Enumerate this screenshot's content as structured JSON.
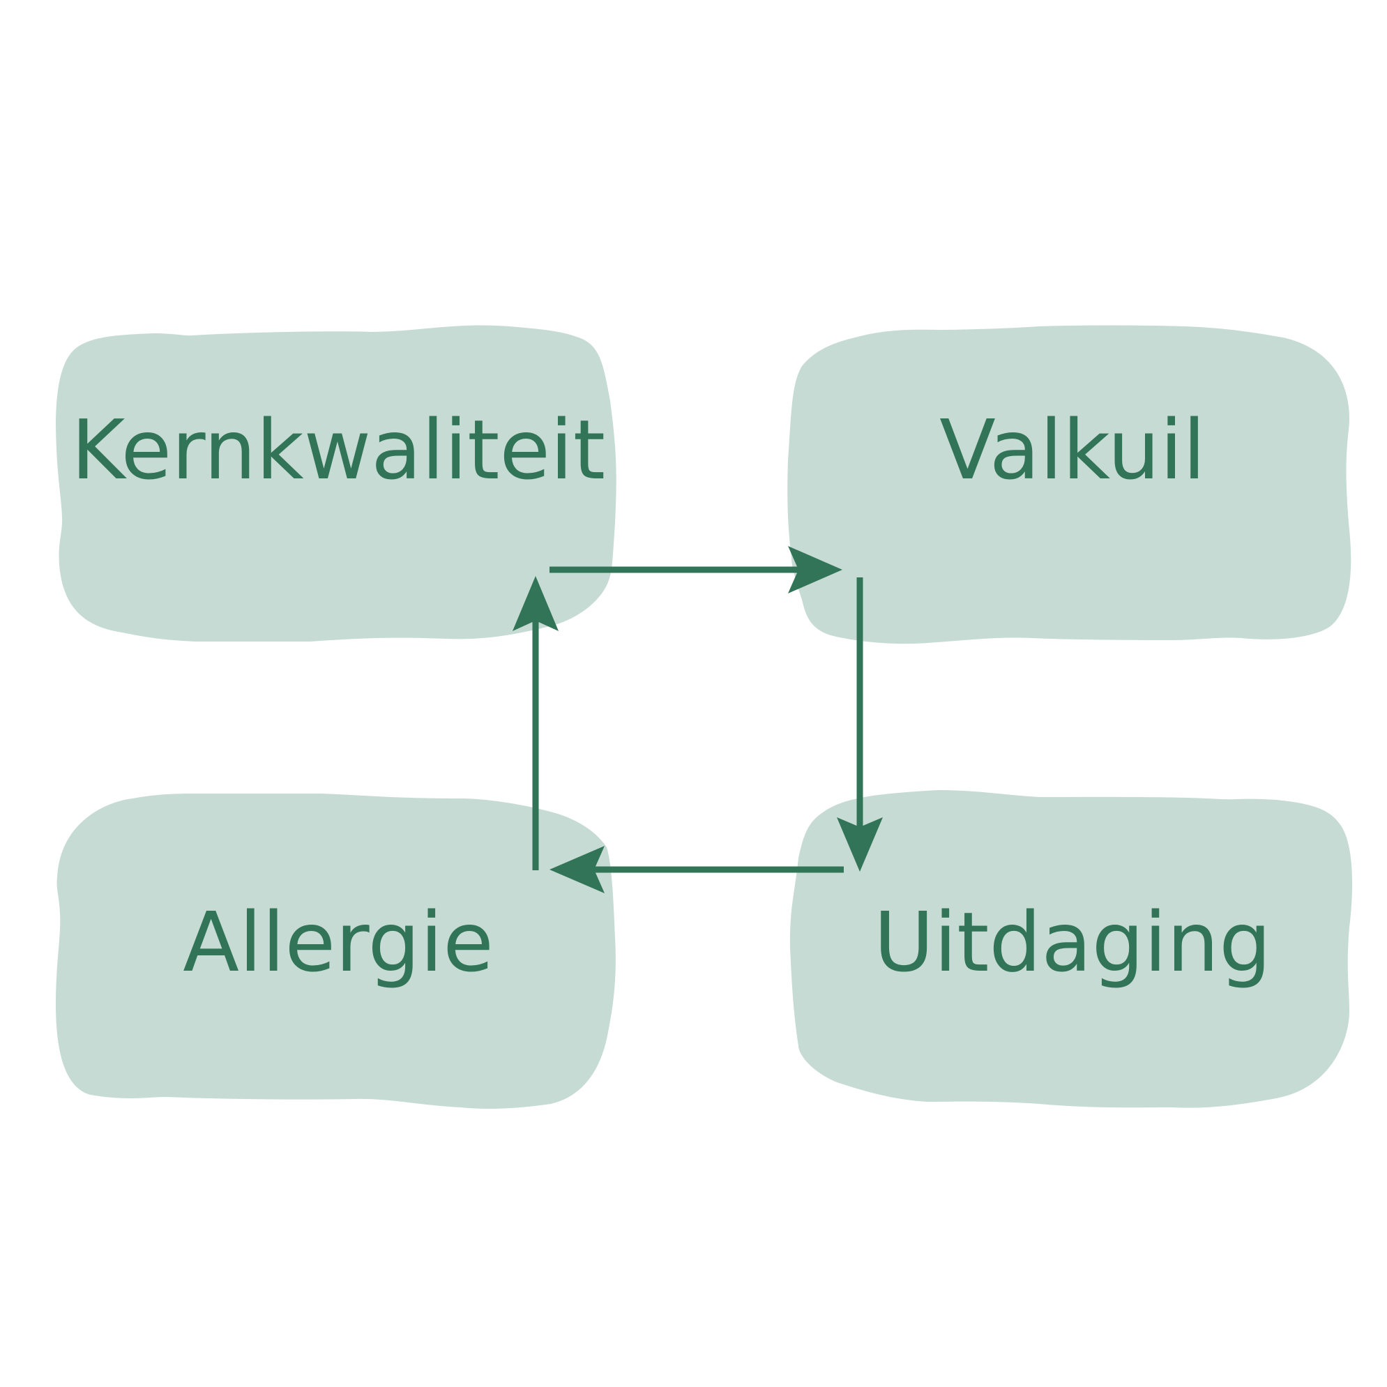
{
  "nodes": {
    "core_quality": "Kernkwaliteit",
    "pitfall": "Valkuil",
    "challenge": "Uitdaging",
    "allergy": "Allergie"
  },
  "colors": {
    "box_fill": "#c7dbd5",
    "ink": "#327457",
    "background": "#ffffff"
  },
  "edges": [
    {
      "from": "Kernkwaliteit",
      "to": "Valkuil"
    },
    {
      "from": "Valkuil",
      "to": "Uitdaging"
    },
    {
      "from": "Uitdaging",
      "to": "Allergie"
    },
    {
      "from": "Allergie",
      "to": "Kernkwaliteit"
    }
  ]
}
